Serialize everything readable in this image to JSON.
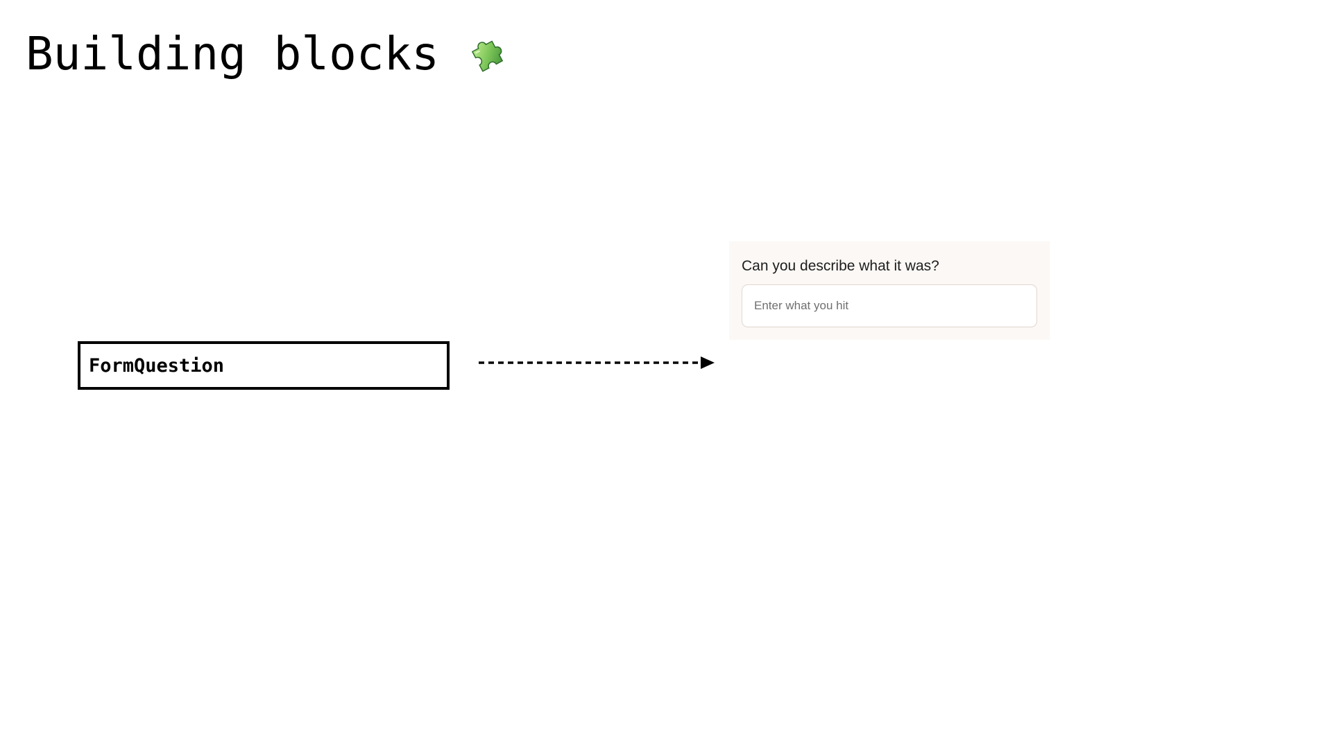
{
  "slide": {
    "title": "Building blocks",
    "title_icon": "puzzle-piece-icon"
  },
  "component": {
    "name": "FormQuestion"
  },
  "preview": {
    "question": "Can you describe what it was?",
    "input": {
      "value": "",
      "placeholder": "Enter what you hit"
    },
    "colors": {
      "card_background": "#fbf8f5",
      "input_border": "#e2d6cf"
    }
  },
  "connector": {
    "style": "dashed-arrow",
    "icon": "arrow-right-icon"
  }
}
